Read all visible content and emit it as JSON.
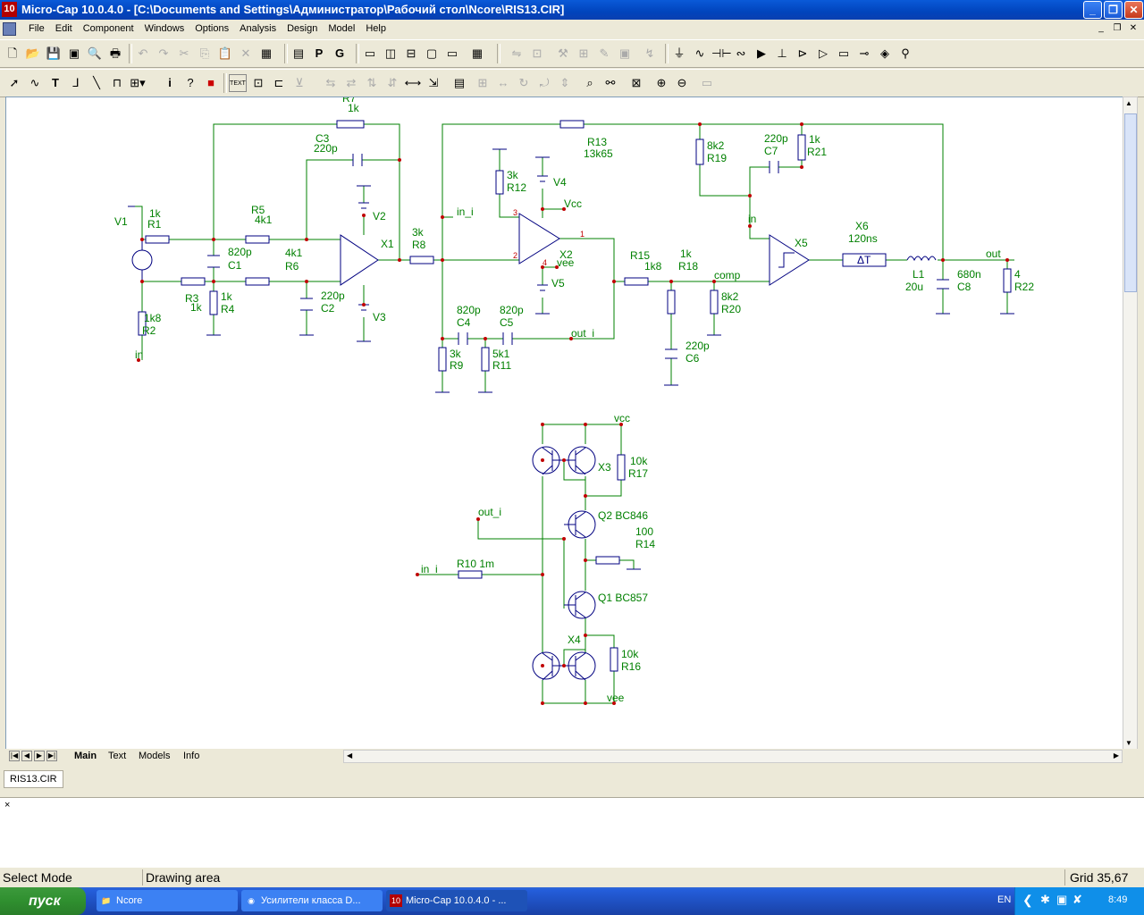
{
  "window": {
    "title": "Micro-Cap 10.0.4.0 - [C:\\Documents and Settings\\Администратор\\Рабочий стол\\Ncore\\RIS13.CIR]",
    "icon_label": "10"
  },
  "menu": [
    "File",
    "Edit",
    "Component",
    "Windows",
    "Options",
    "Analysis",
    "Design",
    "Model",
    "Help"
  ],
  "schematic": {
    "labels": [
      {
        "id": "r7",
        "text": "R7"
      },
      {
        "id": "r7v",
        "text": "1k"
      },
      {
        "id": "c3",
        "text": "C3"
      },
      {
        "id": "c3v",
        "text": "220p"
      },
      {
        "id": "v1",
        "text": "V1"
      },
      {
        "id": "r1v",
        "text": "1k"
      },
      {
        "id": "r1",
        "text": "R1"
      },
      {
        "id": "r5",
        "text": "R5"
      },
      {
        "id": "r5v",
        "text": "4k1"
      },
      {
        "id": "c1v",
        "text": "820p"
      },
      {
        "id": "c1",
        "text": "C1"
      },
      {
        "id": "r6v",
        "text": "4k1"
      },
      {
        "id": "r6",
        "text": "R6"
      },
      {
        "id": "x1",
        "text": "X1"
      },
      {
        "id": "v2",
        "text": "V2"
      },
      {
        "id": "v3",
        "text": "V3"
      },
      {
        "id": "r3",
        "text": "R3"
      },
      {
        "id": "r3v",
        "text": "1k"
      },
      {
        "id": "r4v",
        "text": "1k"
      },
      {
        "id": "r4",
        "text": "R4"
      },
      {
        "id": "c2v",
        "text": "220p"
      },
      {
        "id": "c2",
        "text": "C2"
      },
      {
        "id": "r2v",
        "text": "1k8"
      },
      {
        "id": "r2",
        "text": "R2"
      },
      {
        "id": "in1",
        "text": "in"
      },
      {
        "id": "r8v",
        "text": "3k"
      },
      {
        "id": "r8",
        "text": "R8"
      },
      {
        "id": "r13",
        "text": "R13"
      },
      {
        "id": "r13v",
        "text": "13k65"
      },
      {
        "id": "r12v",
        "text": "3k"
      },
      {
        "id": "r12",
        "text": "R12"
      },
      {
        "id": "v4",
        "text": "V4"
      },
      {
        "id": "vcc1",
        "text": "Vcc"
      },
      {
        "id": "ini1",
        "text": "in_i"
      },
      {
        "id": "x2",
        "text": "X2"
      },
      {
        "id": "vee1",
        "text": "vee"
      },
      {
        "id": "v5",
        "text": "V5"
      },
      {
        "id": "p3",
        "text": "3"
      },
      {
        "id": "p2",
        "text": "2"
      },
      {
        "id": "p1",
        "text": "1"
      },
      {
        "id": "p4",
        "text": "4"
      },
      {
        "id": "c4v",
        "text": "820p"
      },
      {
        "id": "c4",
        "text": "C4"
      },
      {
        "id": "c5v",
        "text": "820p"
      },
      {
        "id": "c5",
        "text": "C5"
      },
      {
        "id": "outi1",
        "text": "out_i"
      },
      {
        "id": "r9v",
        "text": "3k"
      },
      {
        "id": "r9",
        "text": "R9"
      },
      {
        "id": "r11v",
        "text": "5k1"
      },
      {
        "id": "r11",
        "text": "R11"
      },
      {
        "id": "r15",
        "text": "R15"
      },
      {
        "id": "r15v",
        "text": "1k8"
      },
      {
        "id": "r18v",
        "text": "1k"
      },
      {
        "id": "r18",
        "text": "R18"
      },
      {
        "id": "comp",
        "text": "comp"
      },
      {
        "id": "r20v",
        "text": "8k2"
      },
      {
        "id": "r20",
        "text": "R20"
      },
      {
        "id": "c6v",
        "text": "220p"
      },
      {
        "id": "c6",
        "text": "C6"
      },
      {
        "id": "r19v",
        "text": "8k2"
      },
      {
        "id": "r19",
        "text": "R19"
      },
      {
        "id": "c7v",
        "text": "220p"
      },
      {
        "id": "c7",
        "text": "C7"
      },
      {
        "id": "r21v",
        "text": "1k"
      },
      {
        "id": "r21",
        "text": "R21"
      },
      {
        "id": "in2",
        "text": "in"
      },
      {
        "id": "x5",
        "text": "X5"
      },
      {
        "id": "x6",
        "text": "X6"
      },
      {
        "id": "x6v",
        "text": "120ns"
      },
      {
        "id": "dt",
        "text": "ΔT"
      },
      {
        "id": "l1",
        "text": "L1"
      },
      {
        "id": "l1v",
        "text": "20u"
      },
      {
        "id": "c8v",
        "text": "680n"
      },
      {
        "id": "c8",
        "text": "C8"
      },
      {
        "id": "out",
        "text": "out"
      },
      {
        "id": "r22v",
        "text": "4"
      },
      {
        "id": "r22",
        "text": "R22"
      },
      {
        "id": "vcc2",
        "text": "vcc"
      },
      {
        "id": "x3",
        "text": "X3"
      },
      {
        "id": "r17v",
        "text": "10k"
      },
      {
        "id": "r17",
        "text": "R17"
      },
      {
        "id": "outi2",
        "text": "out_i"
      },
      {
        "id": "q2",
        "text": "Q2  BC846"
      },
      {
        "id": "r14v",
        "text": "100"
      },
      {
        "id": "r14",
        "text": "R14"
      },
      {
        "id": "ini2",
        "text": "in_i"
      },
      {
        "id": "r10",
        "text": "R10  1m"
      },
      {
        "id": "q1",
        "text": "Q1  BC857"
      },
      {
        "id": "x4",
        "text": "X4"
      },
      {
        "id": "r16v",
        "text": "10k"
      },
      {
        "id": "r16",
        "text": "R16"
      },
      {
        "id": "vee2",
        "text": "vee"
      }
    ]
  },
  "tabs": [
    "Main",
    "Text",
    "Models",
    "Info"
  ],
  "doc_tab": "RIS13.CIR",
  "output_close": "×",
  "status": {
    "mode": "Select Mode",
    "area": "Drawing area",
    "grid": "Grid 35,67"
  },
  "taskbar": {
    "start": "пуск",
    "tasks": [
      "Ncore",
      "Усилители класса D...",
      "Micro-Cap 10.0.4.0 - ..."
    ],
    "lang": "EN",
    "time": "8:49"
  },
  "colors": {
    "wire": "#008000",
    "component": "#000080",
    "node": "#c00000",
    "pin": "#c00000"
  }
}
